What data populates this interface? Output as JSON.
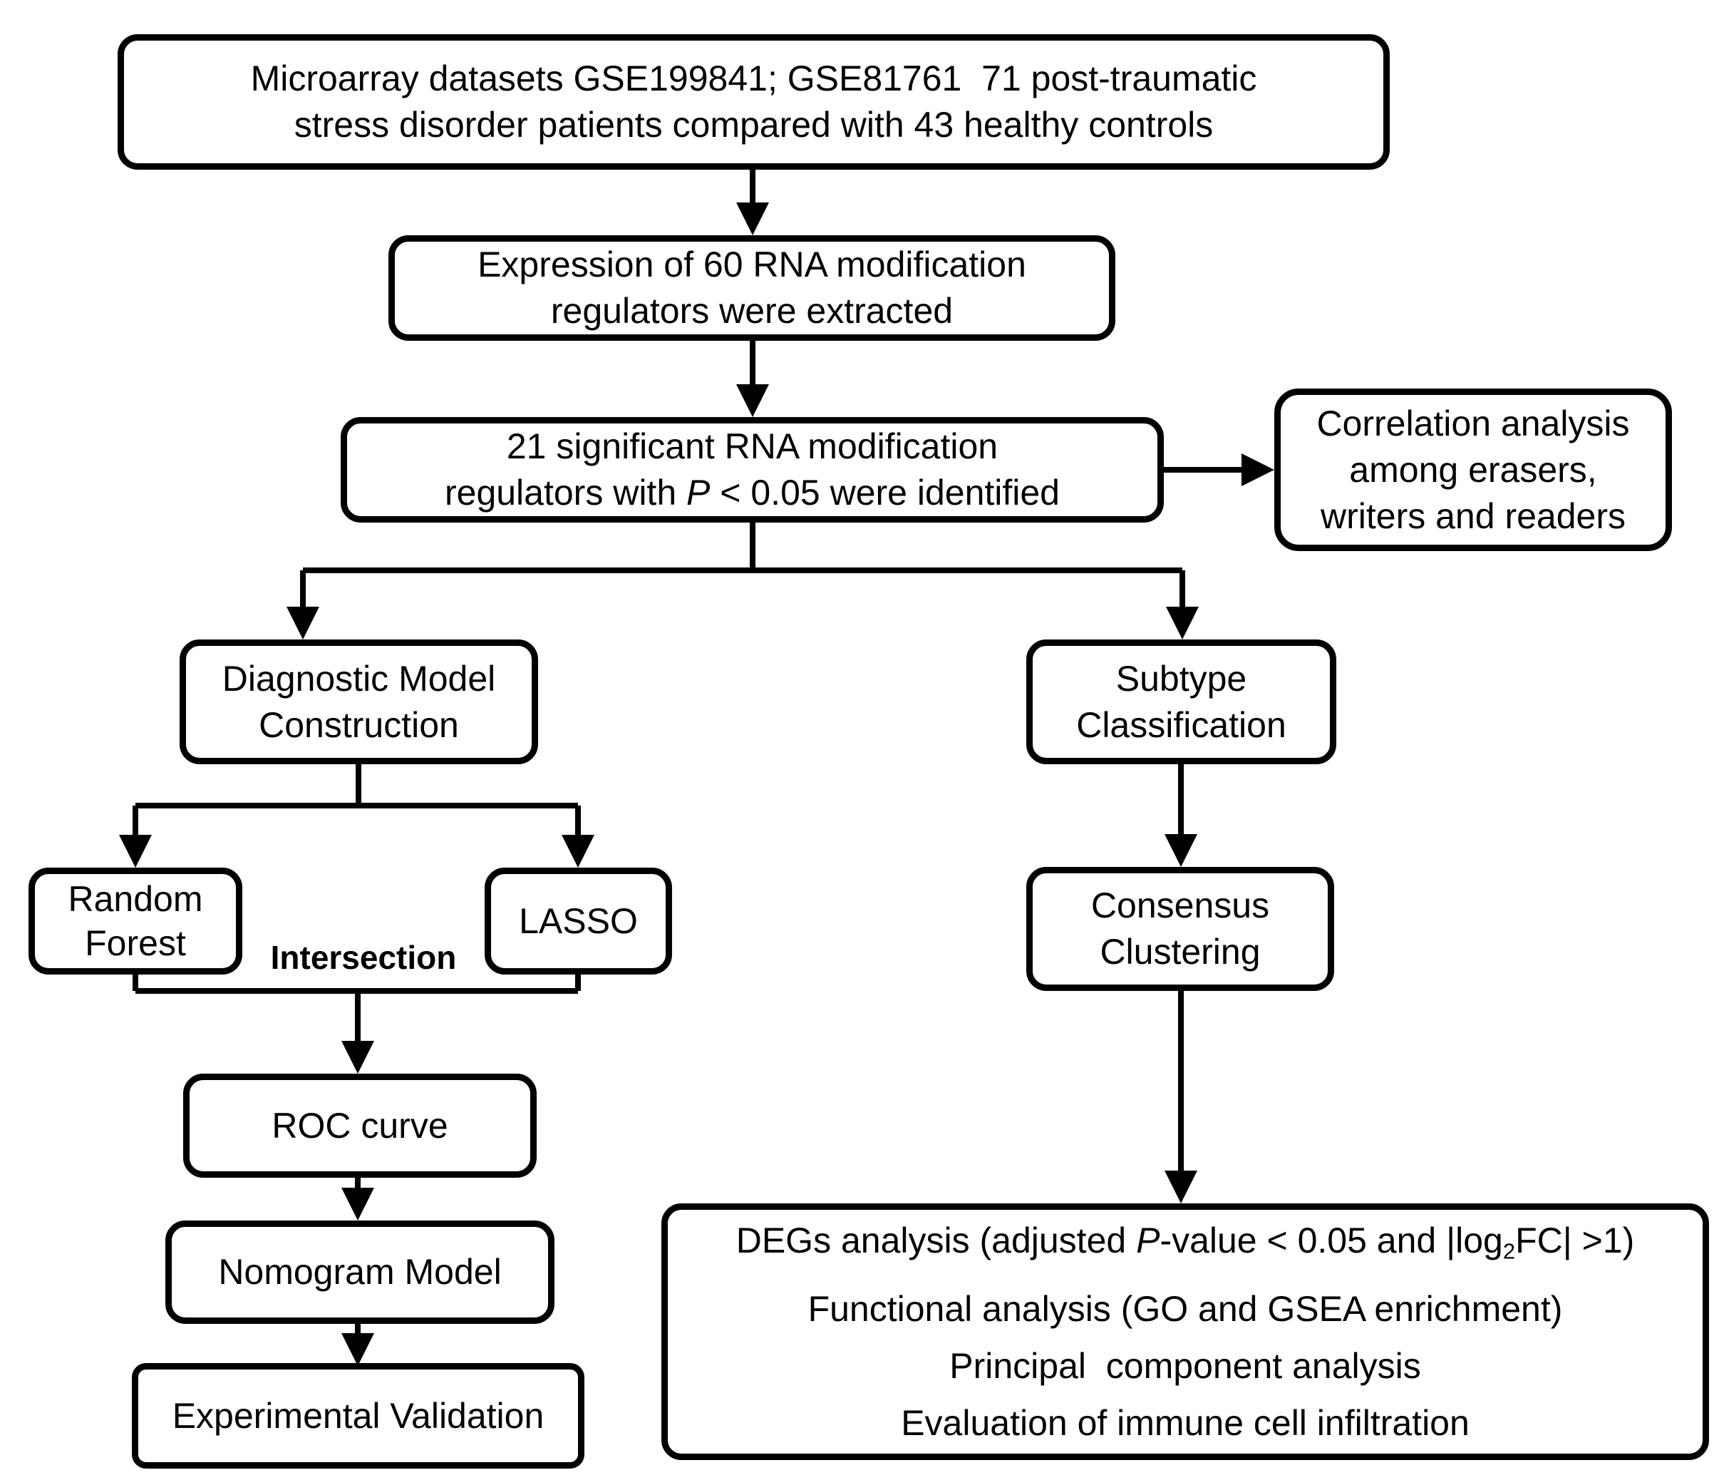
{
  "figure": {
    "background": "#ffffff",
    "ink": "#000000"
  },
  "boxes": {
    "datasets": {
      "line1": "Microarray datasets GSE199841; GSE81761  71 post-traumatic",
      "line2": "stress disorder patients compared with 43 healthy controls"
    },
    "expression": {
      "line1": "Expression of 60 RNA modification",
      "line2": "regulators were extracted"
    },
    "significant": {
      "line1": "21 significant RNA modification",
      "line2_pre": "regulators with ",
      "line2_italic": "P",
      "line2_post": " < 0.05 were identified"
    },
    "correlation": {
      "line1": "Correlation analysis",
      "line2": "among erasers,",
      "line3": "writers and readers"
    },
    "diagnostic": {
      "line1": "Diagnostic Model",
      "line2": "Construction"
    },
    "subtype": {
      "line1": "Subtype",
      "line2": "Classification"
    },
    "random_forest": {
      "line1": "Random",
      "line2": "Forest"
    },
    "lasso": {
      "line1": "LASSO"
    },
    "consensus": {
      "line1": "Consensus",
      "line2": "Clustering"
    },
    "roc": {
      "line1": "ROC curve"
    },
    "nomogram": {
      "line1": "Nomogram Model"
    },
    "experimental": {
      "line1": "Experimental Validation"
    },
    "degs": {
      "line1_pre": "DEGs analysis (adjusted ",
      "line1_italic": "P",
      "line1_mid": "-value < 0.05 and |log",
      "line1_sub": "2",
      "line1_post": "FC| >1)",
      "line2": "Functional analysis (GO and GSEA enrichment)",
      "line3": "Principal  component analysis",
      "line4": "Evaluation of immune cell infiltration"
    }
  },
  "labels": {
    "intersection": "Intersection"
  }
}
